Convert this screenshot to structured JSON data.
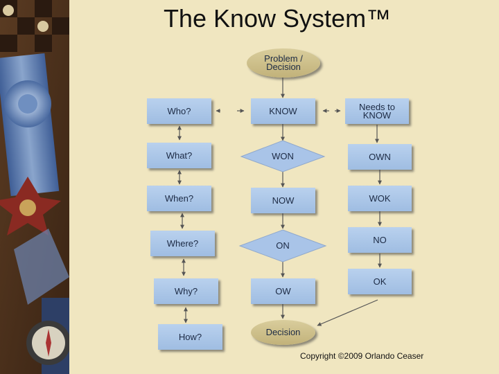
{
  "slide": {
    "title": "The Know System™",
    "copyright": "Copyright ©2009 Orlando Ceaser"
  },
  "diagram": {
    "left_column": [
      "Who?",
      "What?",
      "When?",
      "Where?",
      "Why?",
      "How?"
    ],
    "center_column": {
      "start": "Problem / Decision",
      "know": "KNOW",
      "won": "WON",
      "now": "NOW",
      "on": "ON",
      "ow": "OW",
      "end": "Decision"
    },
    "right_column": {
      "needs_to_know": "Needs to KNOW",
      "own": "OWN",
      "wok": "WOK",
      "no": "NO",
      "ok": "OK"
    }
  },
  "colors": {
    "box_fill": "#a9c4e8",
    "oval_fill": "#cdbf8a",
    "connector": "#555555",
    "background": "#f0e6c0"
  }
}
